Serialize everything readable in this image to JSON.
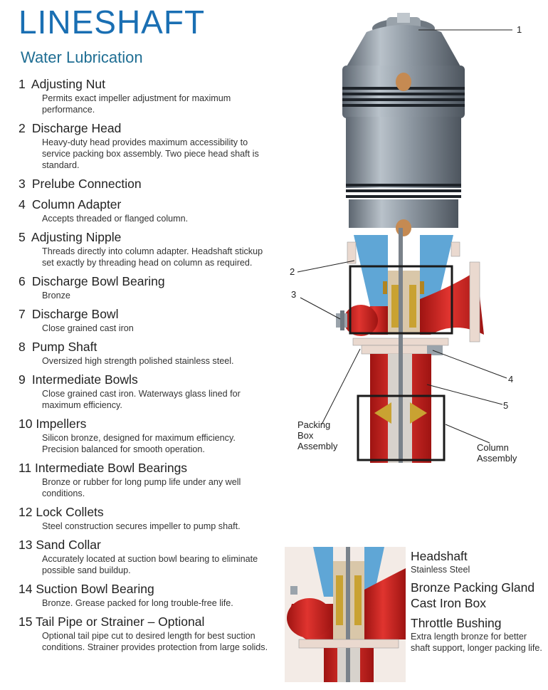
{
  "title": "LINESHAFT",
  "subtitle": "Water Lubrication",
  "parts": [
    {
      "num": "1",
      "name": "Adjusting Nut",
      "desc": "Permits exact impeller adjustment for maximum performance."
    },
    {
      "num": "2",
      "name": "Discharge Head",
      "desc": "Heavy-duty head provides maximum accessibility to service packing box assembly. Two piece head shaft is standard."
    },
    {
      "num": "3",
      "name": "Prelube Connection",
      "desc": ""
    },
    {
      "num": "4",
      "name": "Column Adapter",
      "desc": "Accepts threaded or flanged column."
    },
    {
      "num": "5",
      "name": "Adjusting Nipple",
      "desc": "Threads directly into column adapter. Headshaft stickup set exactly by threading head on column as required."
    },
    {
      "num": "6",
      "name": "Discharge Bowl Bearing",
      "desc": "Bronze"
    },
    {
      "num": "7",
      "name": "Discharge Bowl",
      "desc": "Close grained cast iron"
    },
    {
      "num": "8",
      "name": "Pump Shaft",
      "desc": "Oversized high strength polished stainless steel."
    },
    {
      "num": "9",
      "name": "Intermediate Bowls",
      "desc": "Close grained cast iron. Waterways glass lined for maximum efficiency."
    },
    {
      "num": "10",
      "name": "Impellers",
      "desc": "Silicon bronze, designed for maximum efficiency. Precision balanced for smooth operation."
    },
    {
      "num": "11",
      "name": "Intermediate Bowl Bearings",
      "desc": "Bronze or rubber for long pump life under any well conditions."
    },
    {
      "num": "12",
      "name": "Lock Collets",
      "desc": "Steel construction secures impeller to pump shaft."
    },
    {
      "num": "13",
      "name": "Sand Collar",
      "desc": "Accurately located at suction bowl bearing to eliminate possible sand buildup."
    },
    {
      "num": "14",
      "name": "Suction Bowl Bearing",
      "desc": "Bronze. Grease packed for long trouble-free life."
    },
    {
      "num": "15",
      "name": "Tail Pipe or Strainer – Optional",
      "desc": "Optional tail pipe cut to desired length for best suction conditions. Strainer provides protection from large solids."
    }
  ],
  "callouts": {
    "c1": "1",
    "c2": "2",
    "c3": "3",
    "c4": "4",
    "c5": "5",
    "packing_line1": "Packing",
    "packing_line2": "Box",
    "packing_line3": "Assembly",
    "column_line1": "Column",
    "column_line2": "Assembly"
  },
  "detail_legend": [
    {
      "heading": "Headshaft",
      "desc": "Stainless Steel"
    },
    {
      "heading": "Bronze Packing Gland Cast Iron Box",
      "desc": ""
    },
    {
      "heading": "Throttle Bushing",
      "desc": "Extra length bronze for better shaft support, longer packing life."
    }
  ],
  "colors": {
    "title": "#1a6fb3",
    "metal": "#8f99a3",
    "pump_red": "#c8211f",
    "bronze": "#c9a232",
    "blue_part": "#5fa6d6",
    "flange": "#ead9cf"
  }
}
